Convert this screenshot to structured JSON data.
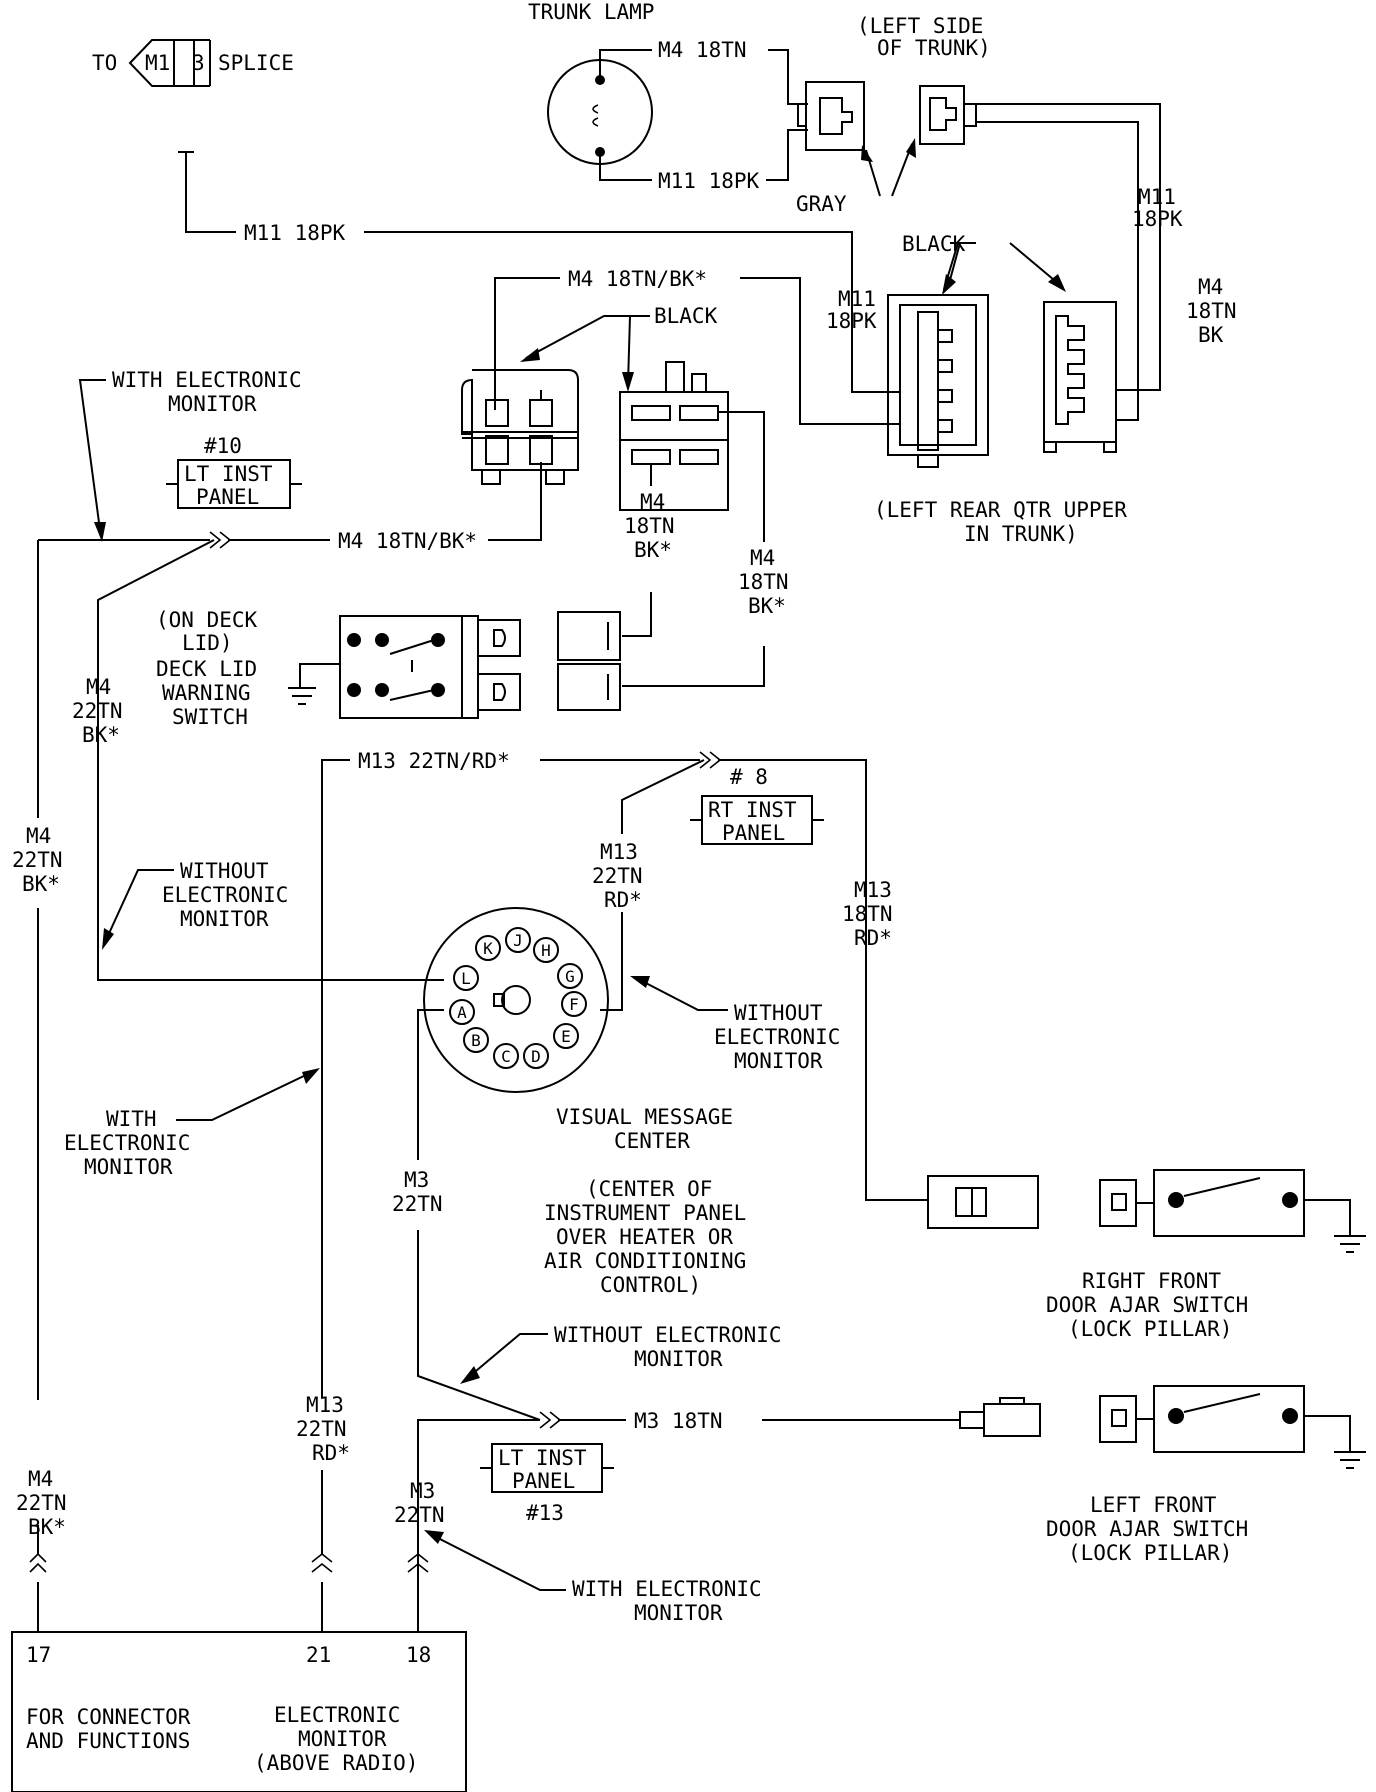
{
  "labels": {
    "trunk_lamp": "TRUNK LAMP",
    "to_prefix": "TO",
    "splice_circuit": "M1",
    "splice_number": "3",
    "splice_suffix": "SPLICE",
    "left_side_trunk": [
      "(LEFT SIDE",
      "OF TRUNK)"
    ],
    "gray": "GRAY",
    "black_top": "BLACK",
    "black_mid": "BLACK",
    "with_em_top": [
      "WITH ELECTRONIC",
      "MONITOR"
    ],
    "lt_inst_10_num": "#10",
    "lt_inst_10_name": [
      "LT INST",
      "PANEL"
    ],
    "left_rear_qtr": [
      "(LEFT REAR QTR UPPER",
      "IN TRUNK)"
    ],
    "deck_lid_switch": [
      "(ON DECK",
      "LID)",
      "DECK LID",
      "WARNING",
      "SWITCH"
    ],
    "rt_inst_8_num": "# 8",
    "rt_inst_8_name": [
      "RT INST",
      "PANEL"
    ],
    "without_em_left": [
      "WITHOUT",
      "ELECTRONIC",
      "MONITOR"
    ],
    "without_em_right": [
      "WITHOUT",
      "ELECTRONIC",
      "MONITOR"
    ],
    "with_em_left": [
      "WITH",
      "ELECTRONIC",
      "MONITOR"
    ],
    "visual_message_center": [
      "VISUAL MESSAGE",
      "CENTER"
    ],
    "vmc_location": [
      "(CENTER OF",
      "INSTRUMENT PANEL",
      "OVER HEATER OR",
      "AIR CONDITIONING",
      "CONTROL)"
    ],
    "rf_door_switch": [
      "RIGHT FRONT",
      "DOOR AJAR SWITCH",
      "(LOCK PILLAR)"
    ],
    "without_em_lower": [
      "WITHOUT ELECTRONIC",
      "MONITOR"
    ],
    "lt_inst_13_name": [
      "LT INST",
      "PANEL"
    ],
    "lt_inst_13_num": "#13",
    "lf_door_switch": [
      "LEFT FRONT",
      "DOOR AJAR SWITCH",
      "(LOCK PILLAR)"
    ],
    "with_em_bottom": [
      "WITH ELECTRONIC",
      "MONITOR"
    ],
    "em_for_connector": [
      "FOR CONNECTOR",
      "AND FUNCTIONS"
    ],
    "em_name": [
      "ELECTRONIC",
      "MONITOR",
      "(ABOVE RADIO)"
    ]
  },
  "wires": {
    "m4_18tn_lamp": "M4 18TN",
    "m11_18pk_lamp": "M11 18PK",
    "m11_18pk_main": "M11 18PK",
    "m11_18pk_right": [
      "M11",
      "18PK"
    ],
    "m11_18pk_mid": [
      "M11",
      "18PK"
    ],
    "m4_18tn_bk_far_right": [
      "M4",
      "18TN",
      "BK"
    ],
    "m4_18tn_bk_top": "M4 18TN/BK*",
    "m4_18tn_bk_mid": "M4 18TN/BK*",
    "m4_18tn_bk_sw1": [
      "M4",
      "18TN",
      "BK*"
    ],
    "m4_18tn_bk_sw2": [
      "M4",
      "18TN",
      "BK*"
    ],
    "m4_22tn_bk_inner": [
      "M4",
      "22TN",
      "BK*"
    ],
    "m4_22tn_bk_outer": [
      "M4",
      "22TN",
      "BK*"
    ],
    "m13_22tn_rd_top": "M13 22TN/RD*",
    "m13_22tn_rd_vmc": [
      "M13",
      "22TN",
      "RD*"
    ],
    "m13_18tn_rd": [
      "M13",
      "18TN",
      "RD*"
    ],
    "m3_22tn_vmc": [
      "M3",
      "22TN"
    ],
    "m13_22tn_rd_bottom": [
      "M13",
      "22TN",
      "RD*"
    ],
    "m3_22tn_bottom": [
      "M3",
      "22TN"
    ],
    "m3_18tn": "M3 18TN",
    "m4_22tn_bk_bottom": [
      "M4",
      "22TN",
      "BK*"
    ]
  },
  "vmc_pins": [
    "K",
    "J",
    "H",
    "G",
    "F",
    "E",
    "D",
    "C",
    "B",
    "A",
    "L"
  ],
  "em_pins": [
    "17",
    "21",
    "18"
  ]
}
